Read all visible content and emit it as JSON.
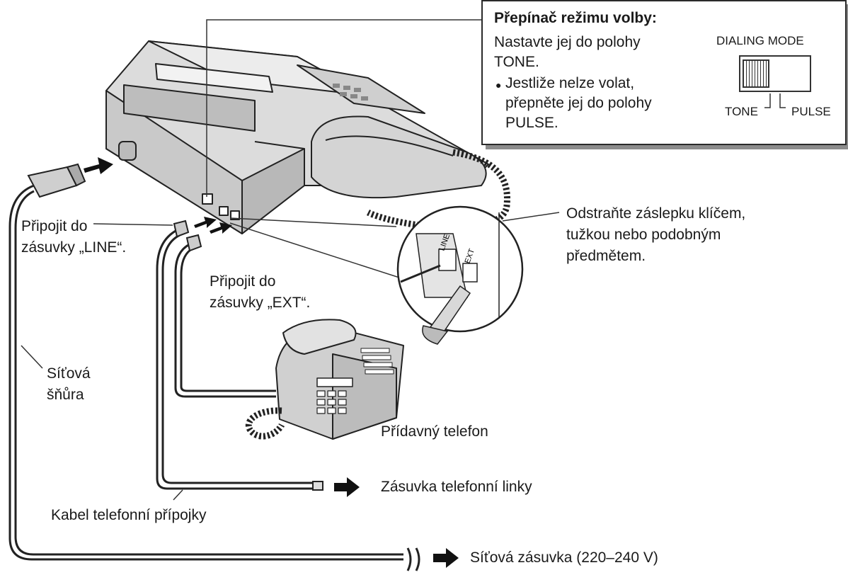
{
  "callout": {
    "title": "Přepínač režimu volby:",
    "line1": "Nastavte jej do polohy",
    "line2": "TONE.",
    "bullet_line1": "Jestliže nelze volat,",
    "bullet_line2": "přepněte jej do polohy",
    "bullet_line3": "PULSE.",
    "dialing_mode": "DIALING MODE",
    "tone": "TONE",
    "pulse": "PULSE"
  },
  "labels": {
    "line_jack_1": "Připojit do",
    "line_jack_2": "zásuvky „LINE“.",
    "ext_jack_1": "Připojit do",
    "ext_jack_2": "zásuvky „EXT“.",
    "remove_cap_1": "Odstraňte záslepku klíčem,",
    "remove_cap_2": "tužkou nebo podobným",
    "remove_cap_3": "předmětem.",
    "power_cord_1": "Síťová",
    "power_cord_2": "šňůra",
    "extension_phone": "Přídavný telefon",
    "phone_line_jack": "Zásuvka telefonní linky",
    "phone_cable": "Kabel telefonní přípojky",
    "mains_socket": "Síťová zásuvka (220–240 V)"
  },
  "zoom_labels": {
    "line": "LINE",
    "ext": "EXT"
  }
}
